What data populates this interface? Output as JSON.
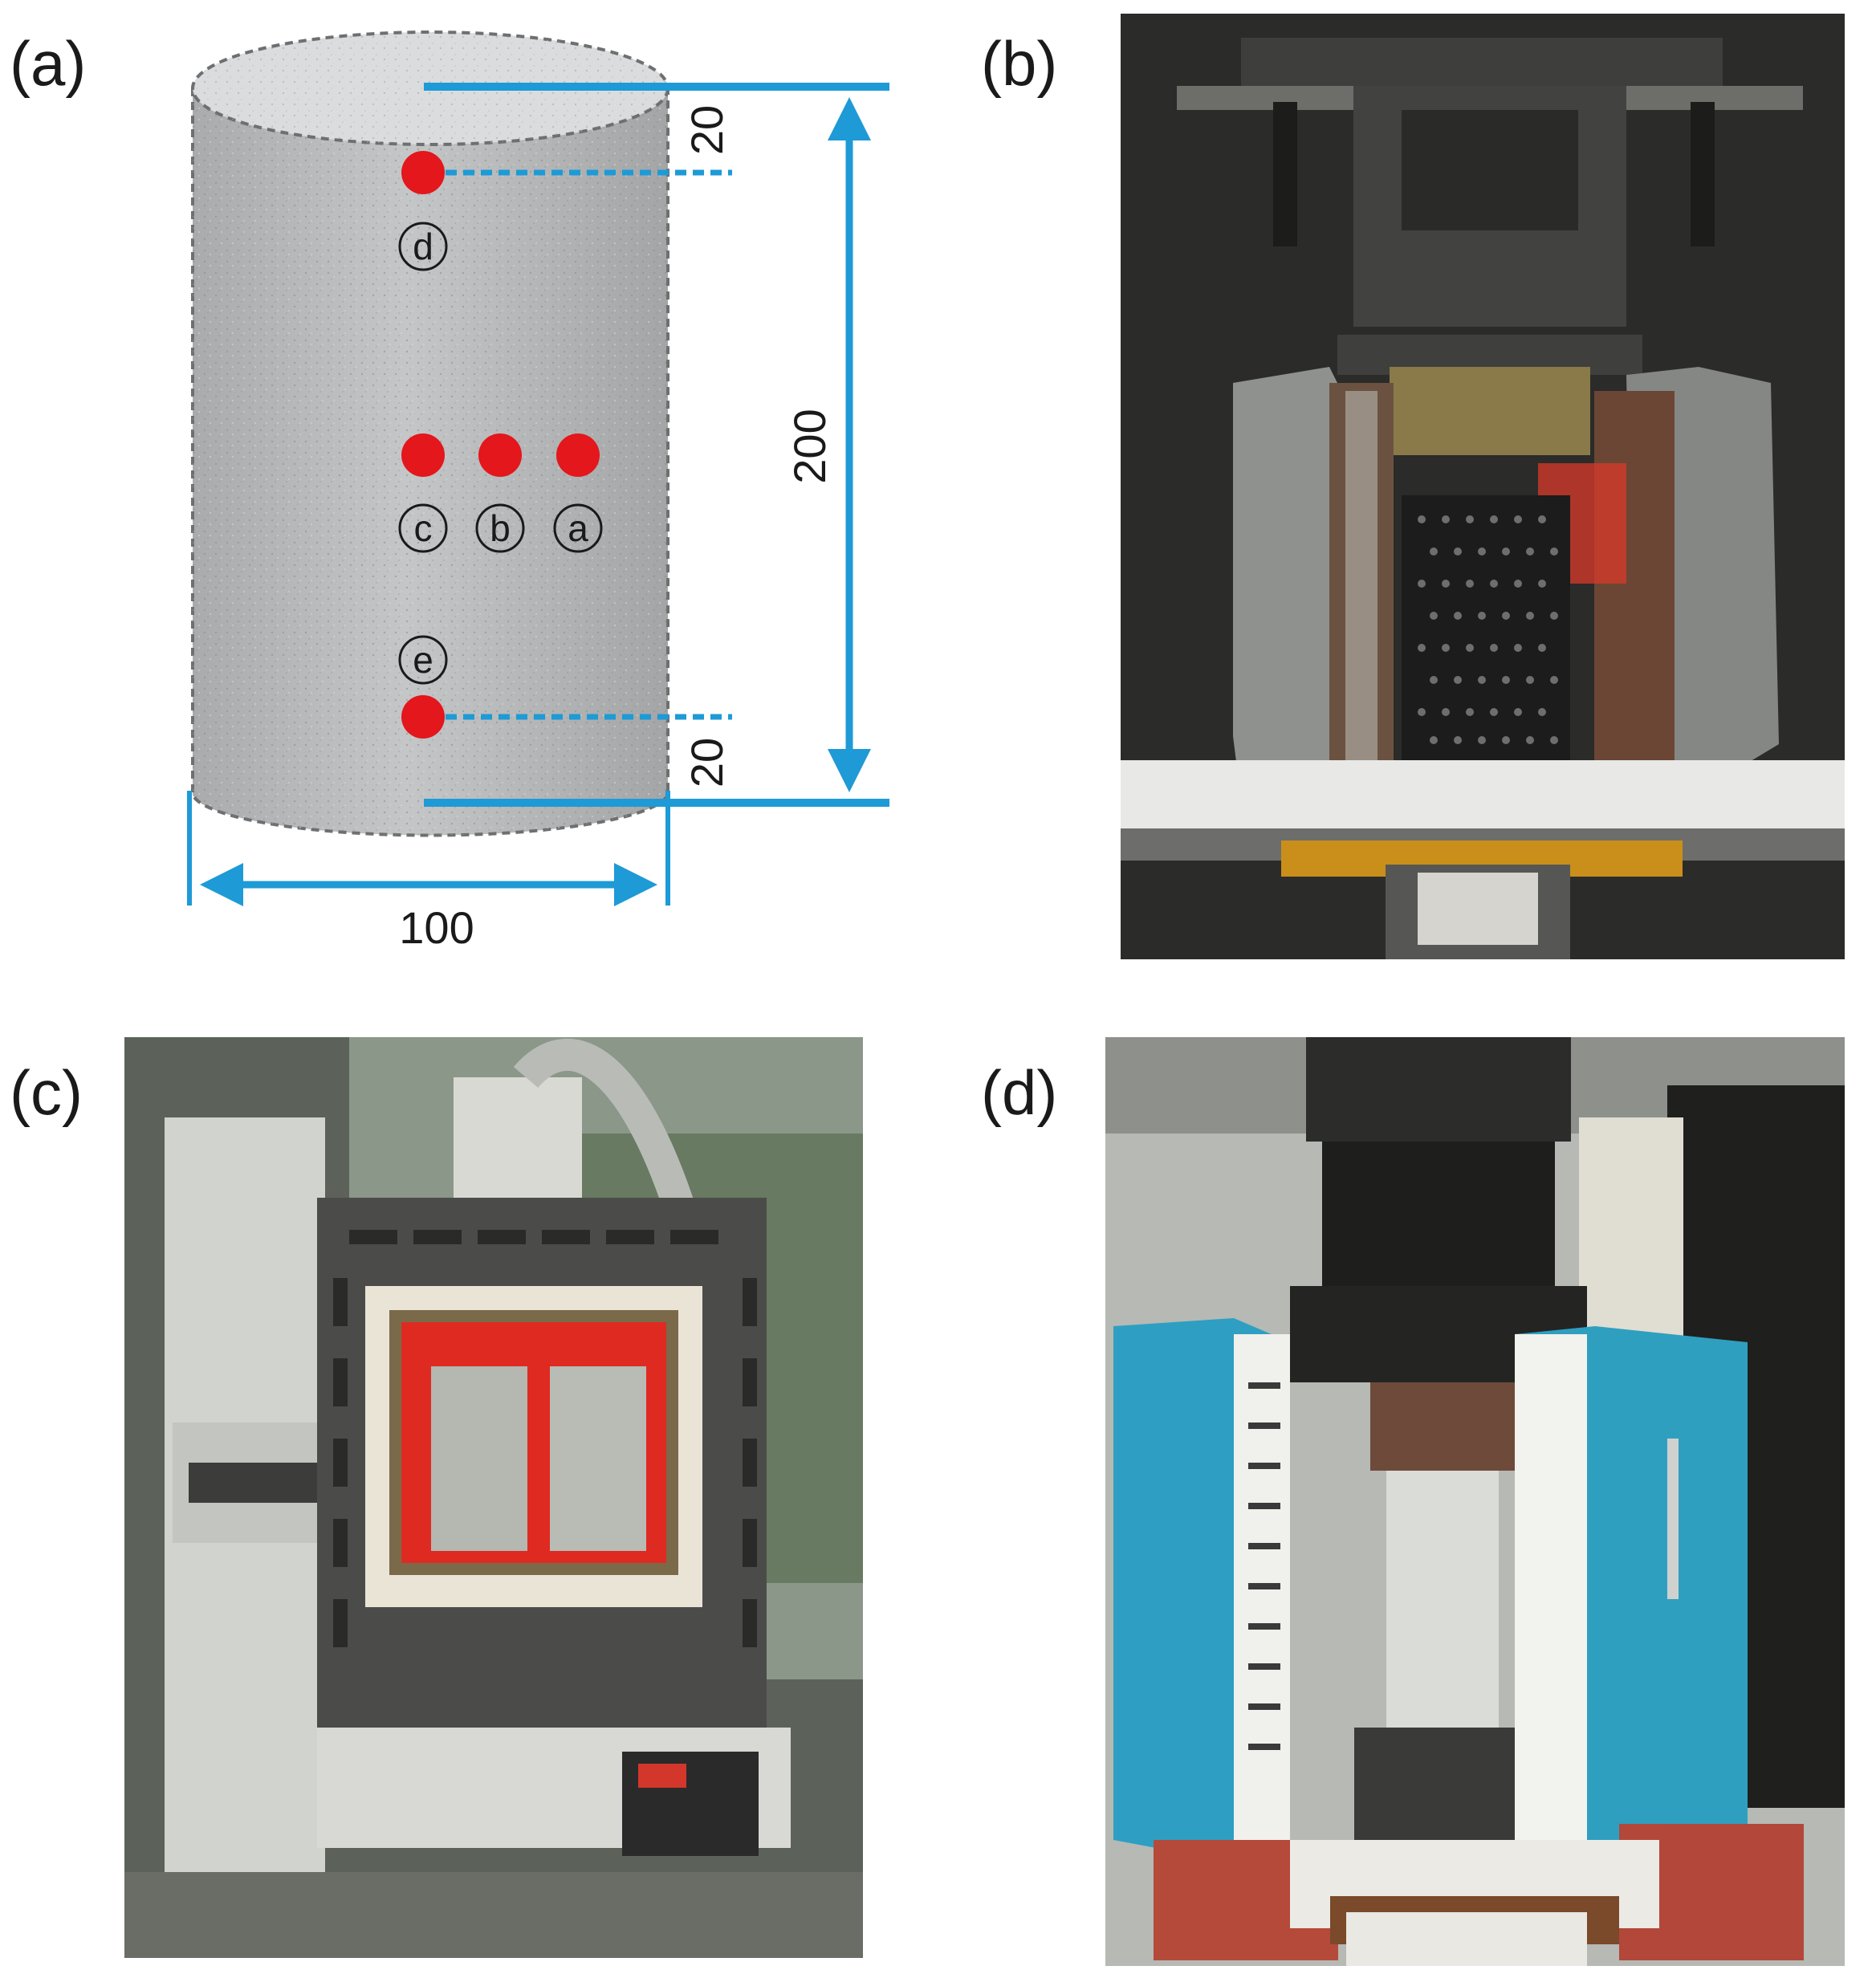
{
  "panels": {
    "a": {
      "label": "(a)",
      "dimensions": {
        "height": "200",
        "diameter": "100",
        "top_offset": "20",
        "bottom_offset": "20"
      },
      "points": {
        "a": "a",
        "b": "b",
        "c": "c",
        "d": "d",
        "e": "e"
      }
    },
    "b": {
      "label": "(b)"
    },
    "c": {
      "label": "(c)"
    },
    "d": {
      "label": "(d)"
    }
  },
  "colors": {
    "dimension_blue": "#1e9ad6",
    "point_red": "#e3171c",
    "specimen_gray": "#b9bbbc"
  }
}
